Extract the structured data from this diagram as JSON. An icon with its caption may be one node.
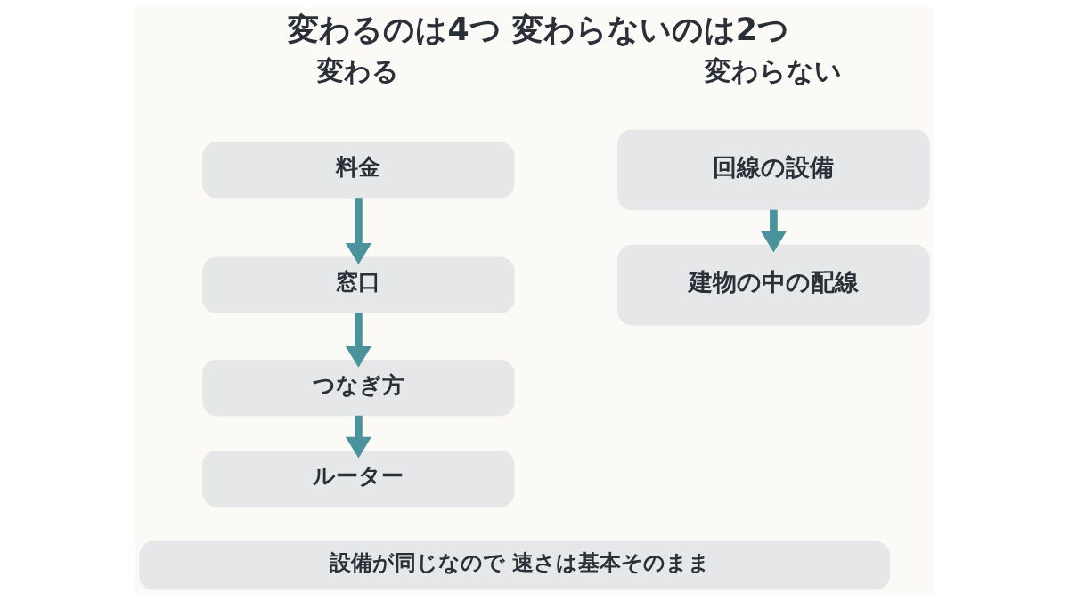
{
  "diagram": {
    "title": "変わるのは4つ 変わらないのは2つ",
    "nodes": [
      {
        "text": [
          "料金"
        ]
      },
      {
        "text": [
          "窓口"
        ]
      },
      {
        "text": [
          "つなぎ方"
        ]
      },
      {
        "text": [
          "ルーター"
        ]
      },
      {
        "text": [
          "回線の設備"
        ]
      },
      {
        "text": [
          "建物の中の配線"
        ]
      },
      {
        "text": [
          "設備が同じなので 速さは基本そのまま"
        ]
      }
    ],
    "edges": [
      {
        "from": 0,
        "to": 1,
        "arrow": "to"
      },
      {
        "from": 1,
        "to": 2,
        "arrow": "to"
      },
      {
        "from": 2,
        "to": 3,
        "arrow": "to"
      },
      {
        "from": 4,
        "to": 5,
        "arrow": "to"
      }
    ],
    "labels": [
      "変わる",
      "変わらない"
    ]
  }
}
